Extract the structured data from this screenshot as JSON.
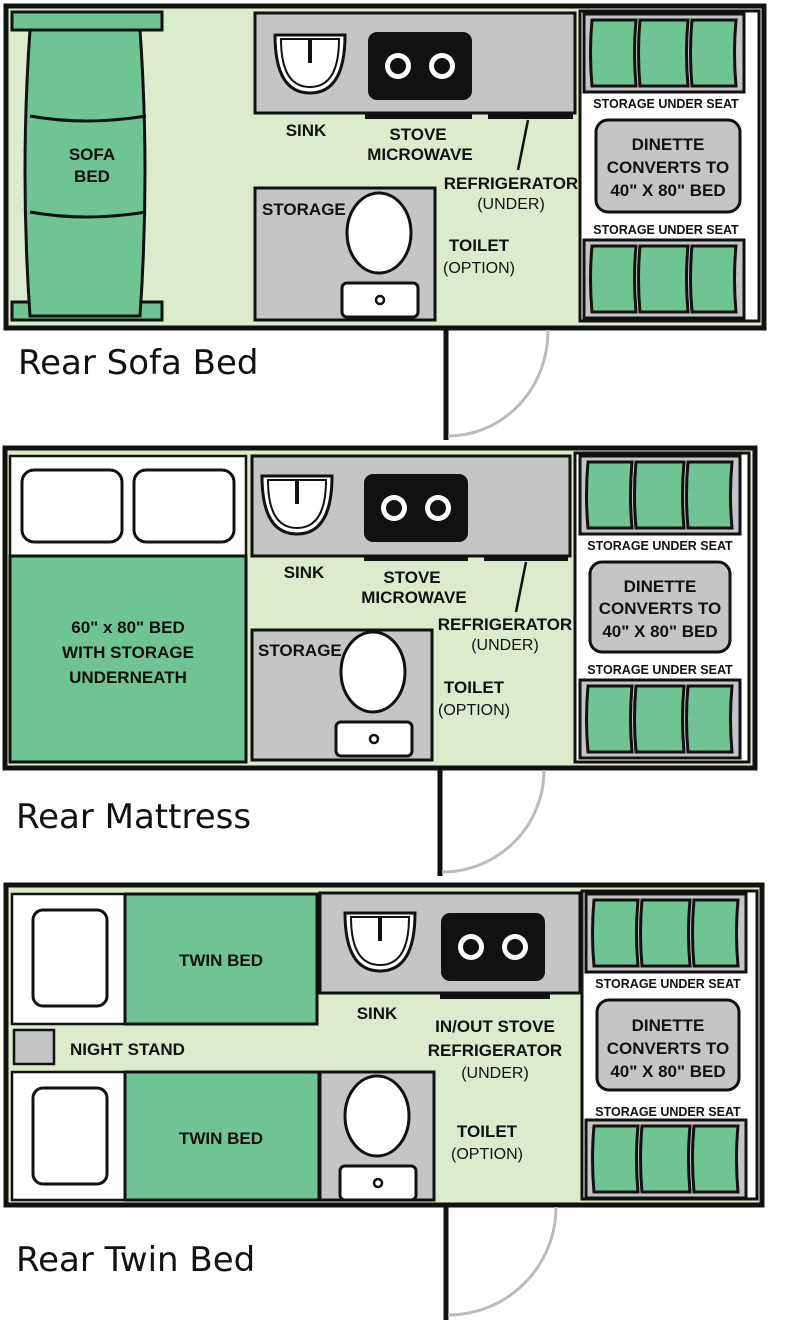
{
  "colors": {
    "floor": "#dcebcc",
    "counter": "#c5c5c5",
    "bed": "#70c392",
    "outline": "#111111",
    "door_swing": "#bbbbbb"
  },
  "plans": [
    {
      "caption": "Rear Sofa Bed",
      "labels": {
        "sofa": [
          "SOFA",
          "BED"
        ],
        "sink": "SINK",
        "stove": [
          "STOVE",
          "MICROWAVE"
        ],
        "fridge": "REFRIGERATOR",
        "fridge_note": "(UNDER)",
        "storage": "STORAGE",
        "toilet": "TOILET",
        "toilet_note": "(OPTION)",
        "storage_seat_top": "STORAGE UNDER SEAT",
        "dinette": [
          "DINETTE",
          "CONVERTS TO",
          "40\" X 80\" BED"
        ],
        "storage_seat_bottom": "STORAGE UNDER SEAT"
      }
    },
    {
      "caption": "Rear Mattress",
      "labels": {
        "bed": [
          "60\" x 80\" BED",
          "WITH STORAGE",
          "UNDERNEATH"
        ],
        "sink": "SINK",
        "stove": [
          "STOVE",
          "MICROWAVE"
        ],
        "fridge": "REFRIGERATOR",
        "fridge_note": "(UNDER)",
        "storage": "STORAGE",
        "toilet": "TOILET",
        "toilet_note": "(OPTION)",
        "storage_seat_top": "STORAGE UNDER SEAT",
        "dinette": [
          "DINETTE",
          "CONVERTS TO",
          "40\" X 80\" BED"
        ],
        "storage_seat_bottom": "STORAGE UNDER SEAT"
      }
    },
    {
      "caption": "Rear Twin Bed",
      "labels": {
        "twin_top": "TWIN BED",
        "twin_bottom": "TWIN BED",
        "nightstand": "NIGHT STAND",
        "sink": "SINK",
        "stove": [
          "IN/OUT STOVE",
          "REFRIGERATOR"
        ],
        "fridge_note": "(UNDER)",
        "toilet": "TOILET",
        "toilet_note": "(OPTION)",
        "storage_seat_top": "STORAGE UNDER SEAT",
        "dinette": [
          "DINETTE",
          "CONVERTS TO",
          "40\" X 80\" BED"
        ],
        "storage_seat_bottom": "STORAGE UNDER SEAT"
      }
    }
  ]
}
